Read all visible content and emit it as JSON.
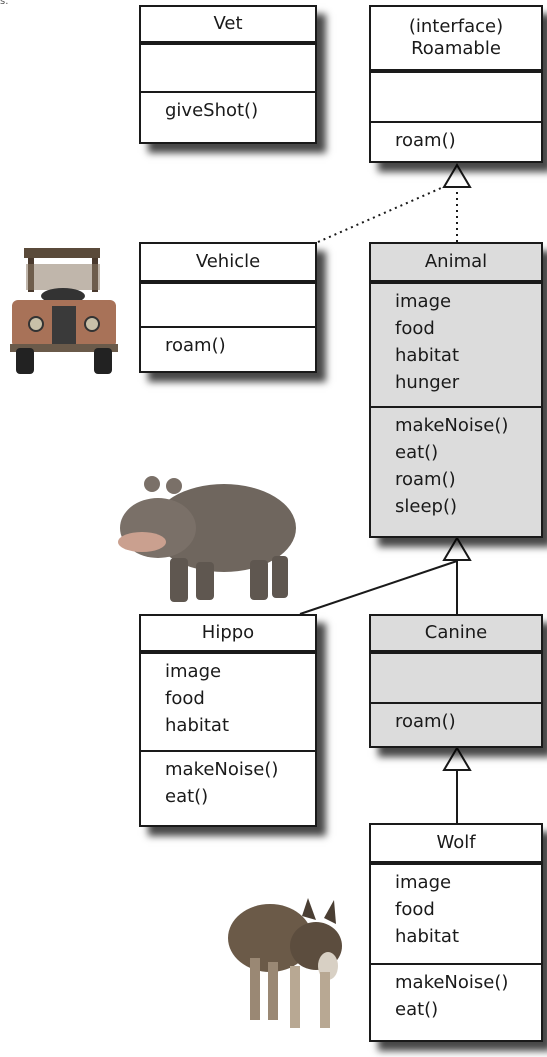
{
  "corner_text": "s.",
  "classes": {
    "vet": {
      "name": [
        "Vet"
      ],
      "fields": [],
      "methods": [
        "giveShot()"
      ]
    },
    "roamable": {
      "name": [
        "(interface)",
        "Roamable"
      ],
      "fields": [],
      "methods": [
        "roam()"
      ]
    },
    "vehicle": {
      "name": [
        "Vehicle"
      ],
      "fields": [],
      "methods": [
        "roam()"
      ]
    },
    "animal": {
      "name": [
        "Animal"
      ],
      "fields": [
        "image",
        "food",
        "habitat",
        "hunger"
      ],
      "methods": [
        "makeNoise()",
        "eat()",
        "roam()",
        "sleep()"
      ]
    },
    "hippo": {
      "name": [
        "Hippo"
      ],
      "fields": [
        "image",
        "food",
        "habitat"
      ],
      "methods": [
        "makeNoise()",
        "eat()"
      ]
    },
    "canine": {
      "name": [
        "Canine"
      ],
      "fields": [],
      "methods": [
        "roam()"
      ]
    },
    "wolf": {
      "name": [
        "Wolf"
      ],
      "fields": [
        "image",
        "food",
        "habitat"
      ],
      "methods": [
        "makeNoise()",
        "eat()"
      ]
    }
  },
  "images": [
    "jeep",
    "hippo",
    "wolf"
  ]
}
